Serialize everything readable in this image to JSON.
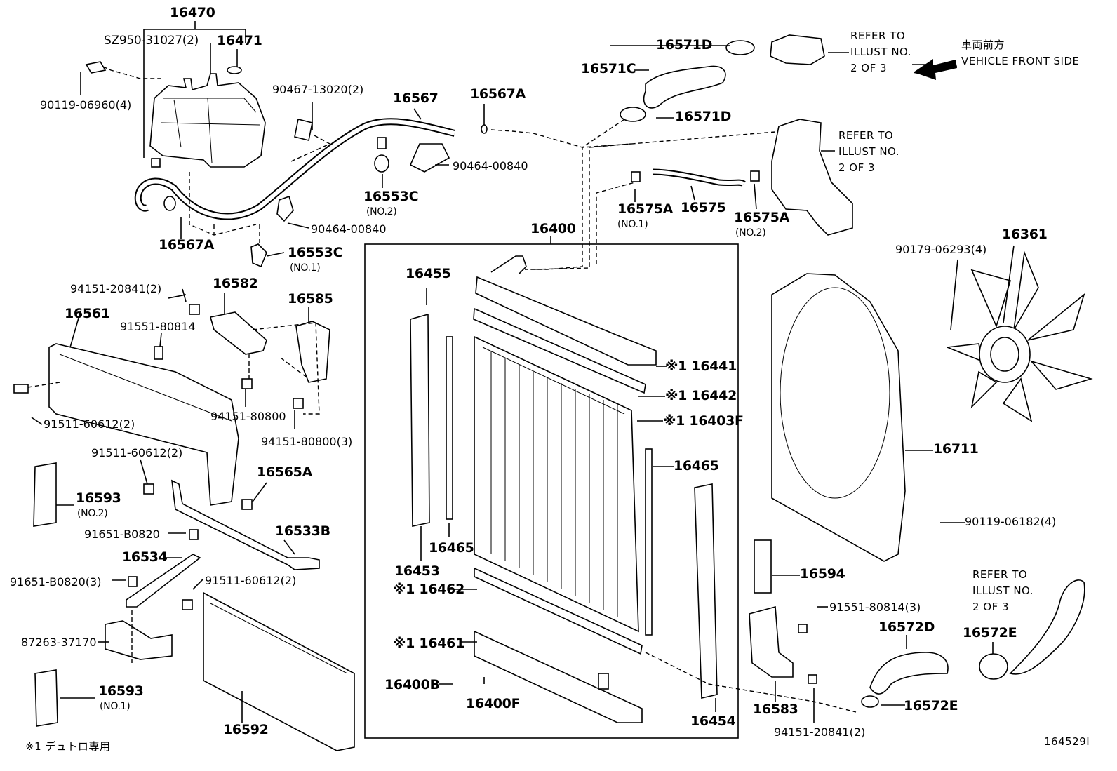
{
  "diagram_id": "164529I",
  "footnote": "※1 デュトロ専用",
  "front_side": {
    "jp": "車両前方",
    "en": "VEHICLE FRONT SIDE"
  },
  "refer_note": {
    "line1": "REFER TO",
    "line2": "ILLUST NO.",
    "line3": "2 OF 3"
  },
  "labels": {
    "p16470": "16470",
    "p16471": "16471",
    "sz950": "SZ950-31027(2)",
    "b90119_069": "90119-06960(4)",
    "c90467": "90467-13020(2)",
    "p16567": "16567",
    "p16567A_r": "16567A",
    "p16567A_l": "16567A",
    "cl90464_a": "90464-00840",
    "cl90464_b": "90464-00840",
    "p16553C_2": "16553C",
    "p16553C_2_sub": "(NO.2)",
    "p16553C_1": "16553C",
    "p16553C_1_sub": "(NO.1)",
    "p16571D_a": "16571D",
    "p16571C": "16571C",
    "p16571D_b": "16571D",
    "p16575A_1": "16575A",
    "p16575A_1_sub": "(NO.1)",
    "p16575": "16575",
    "p16575A_2": "16575A",
    "p16575A_2_sub": "(NO.2)",
    "p16400": "16400",
    "p16455": "16455",
    "p16441": "※1 16441",
    "p16442": "※1 16442",
    "p16403F": "※1 16403F",
    "p16465_r": "16465",
    "p16465_l": "16465",
    "p16453": "16453",
    "p16462": "※1 16462",
    "p16461": "※1 16461",
    "p16400B": "16400B",
    "p16400F": "16400F",
    "p16454": "16454",
    "p16361": "16361",
    "b90179": "90179-06293(4)",
    "p16711": "16711",
    "b90119_061": "90119-06182(4)",
    "p16594": "16594",
    "b91551_3": "91551-80814(3)",
    "p16572D": "16572D",
    "p16572E_a": "16572E",
    "p16572E_b": "16572E",
    "p16583": "16583",
    "n94151_208_b": "94151-20841(2)",
    "n94151_208_a": "94151-20841(2)",
    "p16582": "16582",
    "p16585": "16585",
    "p16561": "16561",
    "b91551_808": "91551-80814",
    "n94151_808": "94151-80800",
    "n94151_808_3": "94151-80800(3)",
    "b91511_a": "91511-60612(2)",
    "b91511_b": "91511-60612(2)",
    "b91511_c": "91511-60612(2)",
    "p16565A": "16565A",
    "p16593_2": "16593",
    "p16593_2_sub": "(NO.2)",
    "b91651_a": "91651-B0820",
    "p16533B": "16533B",
    "p16534": "16534",
    "b91651_b": "91651-B0820(3)",
    "s87263": "87263-37170",
    "p16593_1": "16593",
    "p16593_1_sub": "(NO.1)",
    "p16592": "16592"
  }
}
